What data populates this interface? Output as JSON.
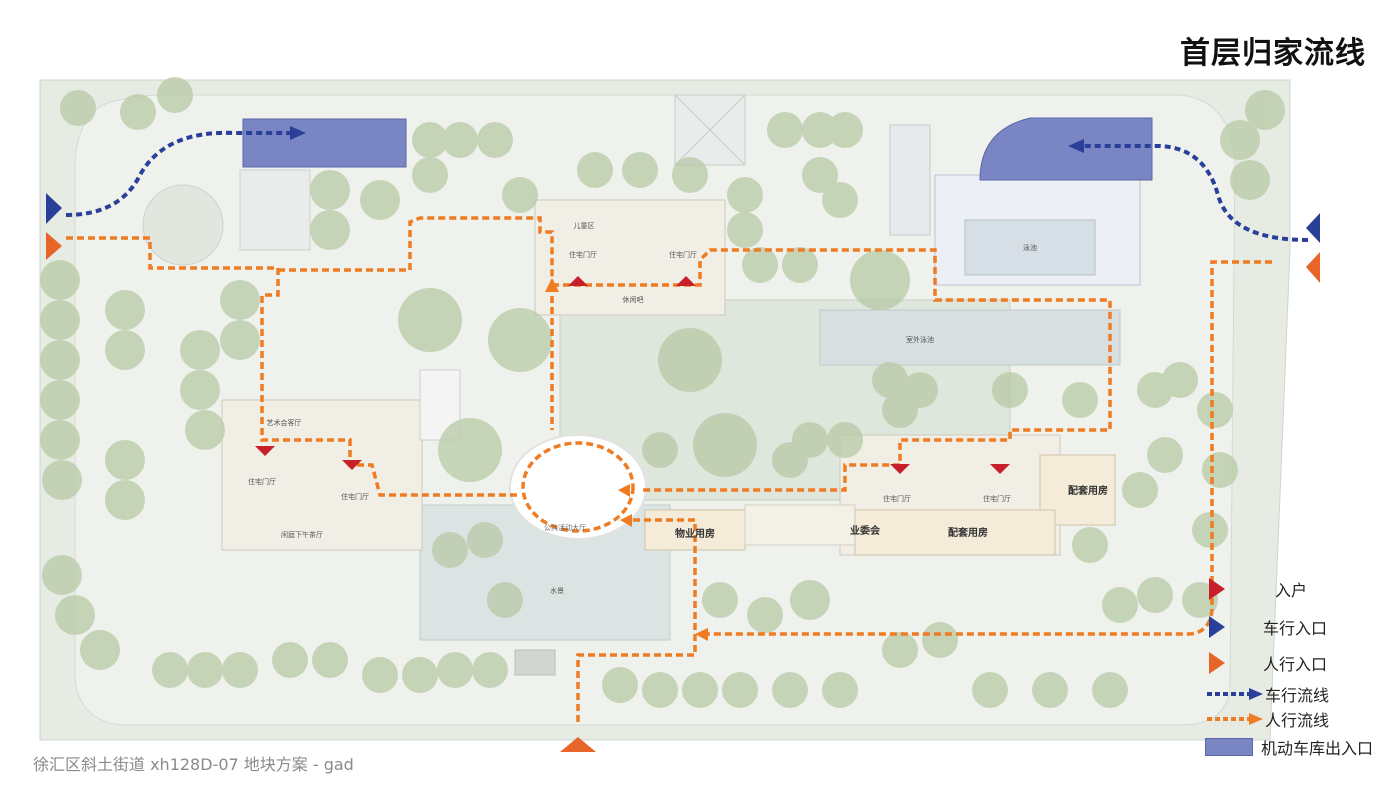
{
  "title": "首层归家流线",
  "caption": "徐汇区斜土街道 xh128D-07 地块方案 - gad",
  "legend": {
    "entry": "入户",
    "vehicle_entrance": "车行入口",
    "pedestrian_entrance": "人行入口",
    "vehicle_flow": "车行流线",
    "pedestrian_flow": "人行流线",
    "garage_entrance": "机动车库出入口"
  },
  "labels": {
    "property_room": "物业用房",
    "committee": "业委会",
    "support_room_1": "配套用房",
    "support_room_2": "配套用房",
    "public_hall": "公共活动大厅",
    "lobby_left_1": "住宅门厅",
    "lobby_left_2": "住宅门厅",
    "lobby_top_1": "住宅门厅",
    "lobby_top_2": "住宅门厅",
    "lobby_right_1": "住宅门厅",
    "lobby_right_2": "住宅门厅",
    "children_area": "儿童区",
    "leisure_bar": "休闲吧",
    "pool": "泳池",
    "outdoor_pool": "室外泳池",
    "art_hall": "艺术会客厅",
    "water": "水景",
    "afternoon_tea": "闲庭下午茶厅"
  },
  "colors": {
    "vehicle": "#2a3f9a",
    "pedestrian": "#ef7b22",
    "entry": "#c8202a",
    "garage": "#7a86c4",
    "ped_entrance": "#e8652a"
  }
}
